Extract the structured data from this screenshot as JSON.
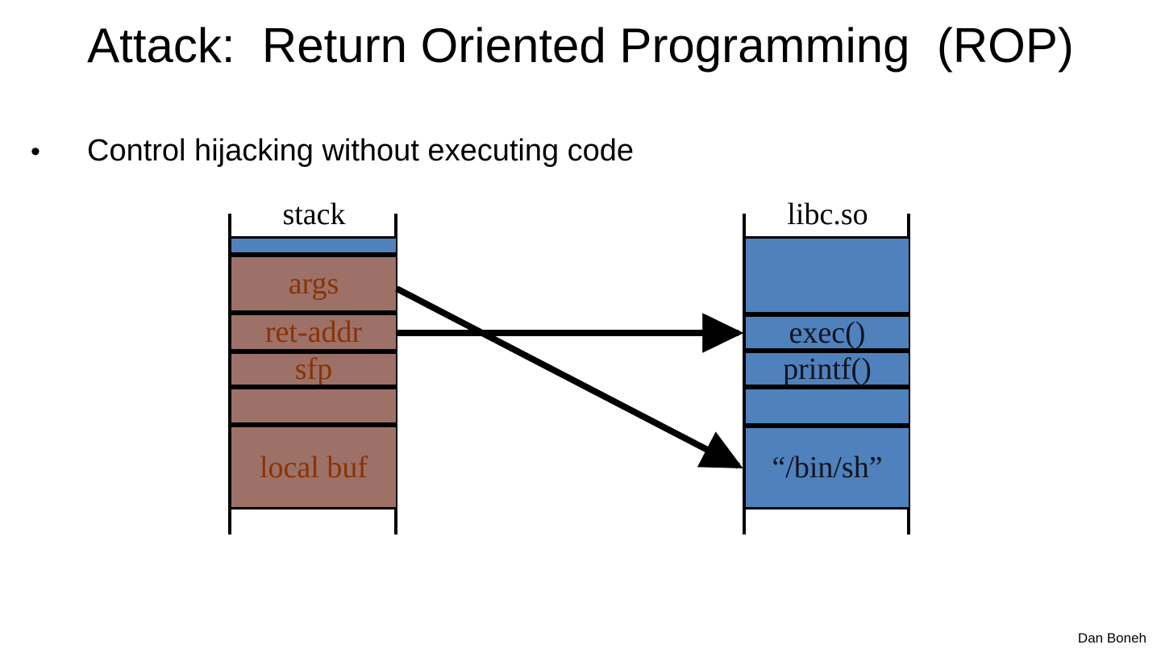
{
  "slide": {
    "title": "Attack:  Return Oriented Programming  (ROP)",
    "bullet_marker": "•",
    "bullet_text": "Control hijacking without executing code",
    "credit": "Dan Boneh"
  },
  "colors": {
    "stack_fill": "#9D7168",
    "stack_text": "#8A3303",
    "libc_fill": "#4F81BD",
    "libc_text": "#10141C",
    "outline": "#000000",
    "background": "#FFFFFF"
  },
  "diagram": {
    "stack_column": {
      "label": "stack",
      "blocks": [
        {
          "label": "",
          "kind": "blue-cap"
        },
        {
          "label": "args",
          "kind": "brown"
        },
        {
          "label": "ret-addr",
          "kind": "brown"
        },
        {
          "label": "sfp",
          "kind": "brown"
        },
        {
          "label": "",
          "kind": "brown"
        },
        {
          "label": "local buf",
          "kind": "brown"
        }
      ]
    },
    "libc_column": {
      "label": "libc.so",
      "blocks": [
        {
          "label": "",
          "kind": "blue"
        },
        {
          "label": "exec()",
          "kind": "blue"
        },
        {
          "label": "printf()",
          "kind": "blue"
        },
        {
          "label": "",
          "kind": "blue"
        },
        {
          "label": "“/bin/sh”",
          "kind": "blue"
        }
      ]
    },
    "arrows": [
      {
        "name": "args-to-binsh",
        "from": "args",
        "to": "“/bin/sh”"
      },
      {
        "name": "ret-addr-to-exec",
        "from": "ret-addr",
        "to": "exec()"
      }
    ]
  }
}
